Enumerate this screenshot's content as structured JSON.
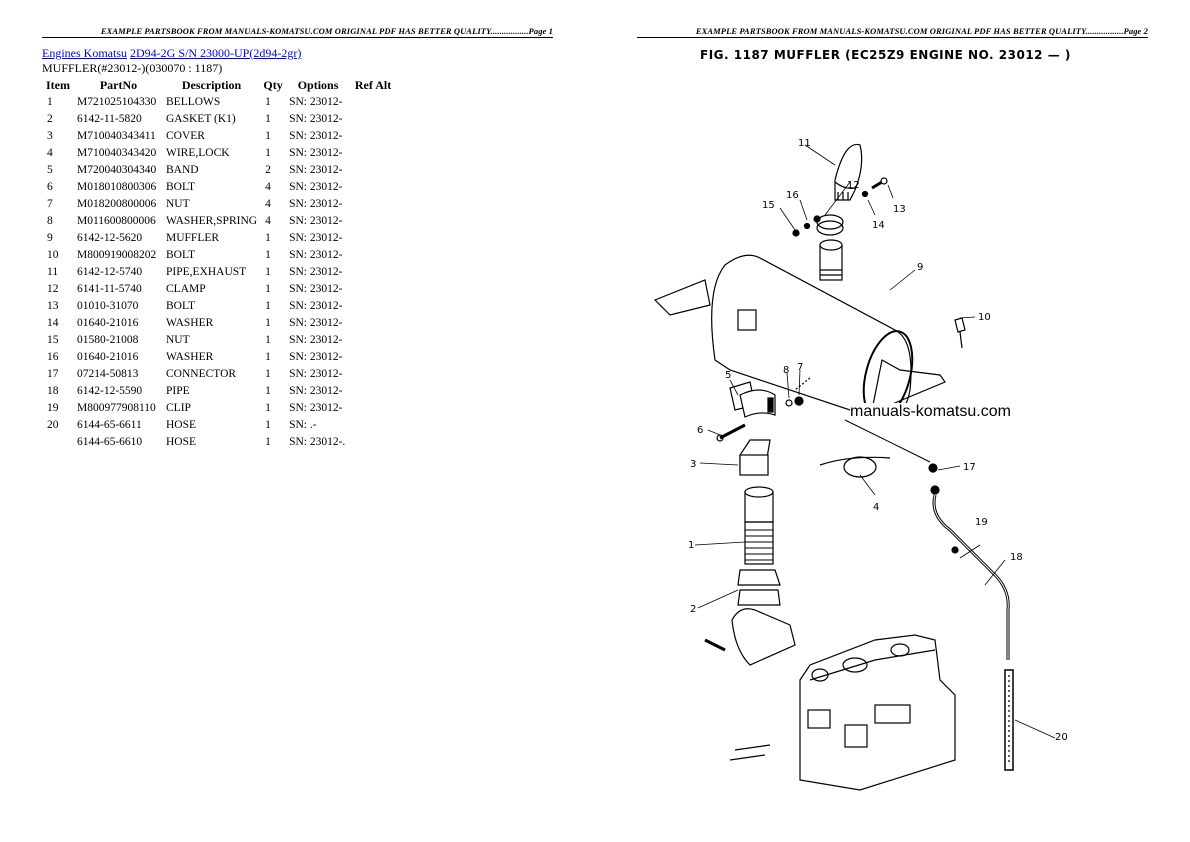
{
  "page1": {
    "header": "EXAMPLE PARTSBOOK FROM MANUALS-KOMATSU.COM ORIGINAL PDF HAS BETTER QUALITY.................Page 1",
    "breadcrumb": {
      "link1": "Engines Komatsu",
      "link2": "2D94-2G S/N 23000-UP(2d94-2gr)"
    },
    "subtitle": "MUFFLER(#23012-)(030070 : 1187)",
    "table": {
      "headers": [
        "Item",
        "PartNo",
        "Description",
        "Qty",
        "Options",
        "Ref Alt"
      ],
      "rows": [
        {
          "item": "1",
          "part": "M721025104330",
          "desc": "BELLOWS",
          "qty": "1",
          "opt": "SN: 23012-",
          "ref": ""
        },
        {
          "item": "2",
          "part": "6142-11-5820",
          "desc": "GASKET (K1)",
          "qty": "1",
          "opt": "SN: 23012-",
          "ref": ""
        },
        {
          "item": "3",
          "part": "M710040343411",
          "desc": "COVER",
          "qty": "1",
          "opt": "SN: 23012-",
          "ref": ""
        },
        {
          "item": "4",
          "part": "M710040343420",
          "desc": "WIRE,LOCK",
          "qty": "1",
          "opt": "SN: 23012-",
          "ref": ""
        },
        {
          "item": "5",
          "part": "M720040304340",
          "desc": "BAND",
          "qty": "2",
          "opt": "SN: 23012-",
          "ref": ""
        },
        {
          "item": "6",
          "part": "M018010800306",
          "desc": "BOLT",
          "qty": "4",
          "opt": "SN: 23012-",
          "ref": ""
        },
        {
          "item": "7",
          "part": "M018200800006",
          "desc": "NUT",
          "qty": "4",
          "opt": "SN: 23012-",
          "ref": ""
        },
        {
          "item": "8",
          "part": "M011600800006",
          "desc": "WASHER,SPRING",
          "qty": "4",
          "opt": "SN: 23012-",
          "ref": ""
        },
        {
          "item": "9",
          "part": "6142-12-5620",
          "desc": "MUFFLER",
          "qty": "1",
          "opt": "SN: 23012-",
          "ref": ""
        },
        {
          "item": "10",
          "part": "M800919008202",
          "desc": "BOLT",
          "qty": "1",
          "opt": "SN: 23012-",
          "ref": ""
        },
        {
          "item": "11",
          "part": "6142-12-5740",
          "desc": "PIPE,EXHAUST",
          "qty": "1",
          "opt": "SN: 23012-",
          "ref": ""
        },
        {
          "item": "12",
          "part": "6141-11-5740",
          "desc": "CLAMP",
          "qty": "1",
          "opt": "SN: 23012-",
          "ref": ""
        },
        {
          "item": "13",
          "part": "01010-31070",
          "desc": "BOLT",
          "qty": "1",
          "opt": "SN: 23012-",
          "ref": ""
        },
        {
          "item": "14",
          "part": "01640-21016",
          "desc": "WASHER",
          "qty": "1",
          "opt": "SN: 23012-",
          "ref": ""
        },
        {
          "item": "15",
          "part": "01580-21008",
          "desc": "NUT",
          "qty": "1",
          "opt": "SN: 23012-",
          "ref": ""
        },
        {
          "item": "16",
          "part": "01640-21016",
          "desc": "WASHER",
          "qty": "1",
          "opt": "SN: 23012-",
          "ref": ""
        },
        {
          "item": "17",
          "part": "07214-50813",
          "desc": "CONNECTOR",
          "qty": "1",
          "opt": "SN: 23012-",
          "ref": ""
        },
        {
          "item": "18",
          "part": "6142-12-5590",
          "desc": "PIPE",
          "qty": "1",
          "opt": "SN: 23012-",
          "ref": ""
        },
        {
          "item": "19",
          "part": "M800977908110",
          "desc": "CLIP",
          "qty": "1",
          "opt": "SN: 23012-",
          "ref": ""
        },
        {
          "item": "20",
          "part": "6144-65-6611",
          "desc": "HOSE",
          "qty": "1",
          "opt": "SN: .-",
          "ref": ""
        },
        {
          "item": "",
          "part": "6144-65-6610",
          "desc": "HOSE",
          "qty": "1",
          "opt": "SN: 23012-.",
          "ref": ""
        }
      ]
    }
  },
  "page2": {
    "header": "EXAMPLE PARTSBOOK FROM MANUALS-KOMATSU.COM ORIGINAL PDF HAS BETTER QUALITY.................Page 2",
    "figure_title": "FIG. 1187   MUFFLER (EC25Z9 ENGINE NO. 23012 — )",
    "watermark": "manuals-komatsu.com",
    "callouts": [
      "1",
      "2",
      "3",
      "4",
      "5",
      "6",
      "7",
      "8",
      "9",
      "10",
      "11",
      "12",
      "13",
      "14",
      "15",
      "16",
      "17",
      "18",
      "19",
      "20"
    ]
  }
}
